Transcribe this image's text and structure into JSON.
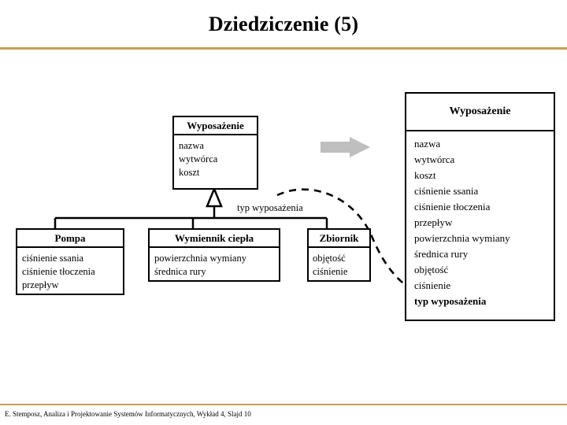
{
  "slide": {
    "title": "Dziedziczenie (5)",
    "footer": "E. Stemposz, Analiza i Projektowanie Systemów Informatycznych, Wykład 4, Slajd 10",
    "rule_color": "#C2A153",
    "arrow_color": "#BFBFBF",
    "line_color": "#000000",
    "background": "#FFFFFF"
  },
  "diagram": {
    "superclass": {
      "name": "Wyposażenie",
      "attributes": [
        "nazwa",
        "wytwórca",
        "koszt"
      ]
    },
    "generalization_label": "typ wyposażenia",
    "subclasses": [
      {
        "name": "Pompa",
        "attributes": [
          "ciśnienie ssania",
          "ciśnienie tłoczenia",
          "przepływ"
        ]
      },
      {
        "name": "Wymiennik ciepła",
        "attributes": [
          "powierzchnia wymiany",
          "średnica rury"
        ]
      },
      {
        "name": "Zbiornik",
        "attributes": [
          "objętość",
          "ciśnienie"
        ]
      }
    ],
    "merged_class": {
      "name": "Wyposażenie",
      "attributes": [
        {
          "text": "nazwa",
          "bold": false
        },
        {
          "text": "wytwórca",
          "bold": false
        },
        {
          "text": "koszt",
          "bold": false
        },
        {
          "text": "ciśnienie ssania",
          "bold": false
        },
        {
          "text": "ciśnienie tłoczenia",
          "bold": false
        },
        {
          "text": "przepływ",
          "bold": false
        },
        {
          "text": "powierzchnia wymiany",
          "bold": false
        },
        {
          "text": "średnica rury",
          "bold": false
        },
        {
          "text": "objętość",
          "bold": false
        },
        {
          "text": "ciśnienie",
          "bold": false
        },
        {
          "text": "typ wyposażenia",
          "bold": true
        }
      ]
    },
    "icons": {
      "transform_arrow": "right-arrow-icon",
      "flattening_curve": "dashed-curved-arrow-icon",
      "generalization": "hollow-triangle-icon"
    }
  }
}
